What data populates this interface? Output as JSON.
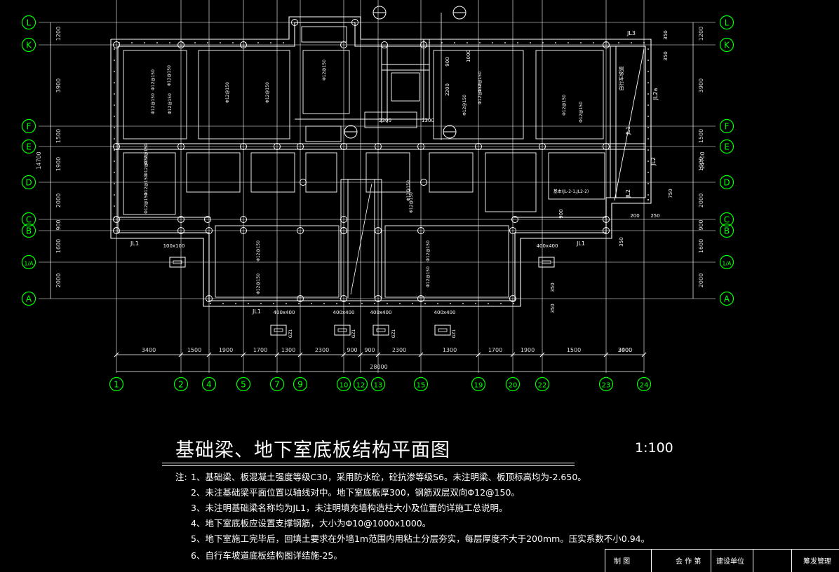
{
  "drawing": {
    "title": "基础梁、地下室底板结构平面图",
    "scale": "1:100",
    "notes_label": "注:",
    "notes": [
      "1、基础梁、板混凝土强度等级C30，采用防水砼，砼抗渗等级S6。未注明梁、板顶标高均为-2.650。",
      "2、未注基础梁平面位置以轴线对中。地下室底板厚300，钢筋双层双向Φ12@150。",
      "3、未注明基础梁名称均为JL1，未注明填充墙构造柱大小及位置的详施工总说明。",
      "4、地下室底板应设置支撑钢筋，大小为Φ10@1000x1000。",
      "5、地下室施工完毕后，回填土要求在外墙1m范围内用粘土分层夯实，每层厚度不大于200mm。压实系数不小0.94。",
      "6、自行车坡道底板结构图详结施-25。"
    ]
  },
  "row_axes": [
    {
      "label": "L"
    },
    {
      "label": "K"
    },
    {
      "label": "F"
    },
    {
      "label": "E"
    },
    {
      "label": "D"
    },
    {
      "label": "C"
    },
    {
      "label": "B"
    },
    {
      "label": "1/A"
    },
    {
      "label": "A"
    }
  ],
  "col_axes": [
    {
      "label": "1"
    },
    {
      "label": "2"
    },
    {
      "label": "4"
    },
    {
      "label": "5"
    },
    {
      "label": "7"
    },
    {
      "label": "9"
    },
    {
      "label": "10"
    },
    {
      "label": "12"
    },
    {
      "label": "13"
    },
    {
      "label": "15"
    },
    {
      "label": "19"
    },
    {
      "label": "20"
    },
    {
      "label": "22"
    },
    {
      "label": "23"
    },
    {
      "label": "24"
    }
  ],
  "dims_bottom": [
    "3400",
    "1500",
    "1900",
    "1700",
    "1300",
    "2300",
    "900",
    "900",
    "2300",
    "1300",
    "1700",
    "1900",
    "1500",
    "3400",
    "2000"
  ],
  "dim_total": "28000",
  "dims_left": [
    "1200",
    "3900",
    "1500",
    "1900",
    "2000",
    "900",
    "1600",
    "2000"
  ],
  "dim_left_total": "14700",
  "dims_right": [
    "1200",
    "3900",
    "1500",
    "1900",
    "2000",
    "900",
    "1600",
    "2000"
  ],
  "dim_right_total": "14700",
  "misc_labels": {
    "jl1": "JL1",
    "jl2": "JL2",
    "jl3": "JL3",
    "jl2a": "JL2a",
    "rebar": "Φ12@150",
    "pit": "400x400",
    "pit2": "100x100",
    "gz": "GZ1",
    "dim2300": "2300",
    "dim1300": "1300",
    "dim2200": "2200",
    "dim1000": "1000",
    "dim900": "900",
    "dim350": "350",
    "dim250": "250",
    "dim200": "200",
    "dim750": "750",
    "ramp": "自行车坡道",
    "band": "基本(JL-2-1,JL2-2)"
  },
  "title_block": [
    "制  图",
    "会 作 第",
    "建设单位",
    "筹发管理"
  ],
  "colors": {
    "background": "#000000",
    "axis_bubble": "#00ff00",
    "grid_line": "#ffffff",
    "structure": "#ffffff",
    "text": "#ffffff",
    "dim_text": "#dddddd"
  }
}
